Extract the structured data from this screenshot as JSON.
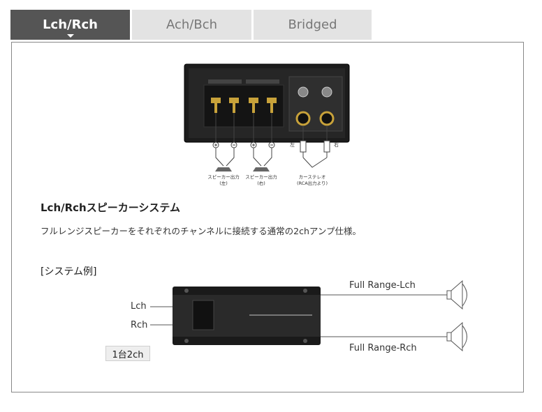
{
  "tabs": {
    "active": "Lch/Rch",
    "tab2": "Ach/Bch",
    "tab3": "Bridged"
  },
  "diagram": {
    "speaker_left": "スピーカー出力",
    "speaker_left_sub": "(左)",
    "speaker_right": "スピーカー出力",
    "speaker_right_sub": "(右)",
    "car_stereo": "カーステレオ",
    "car_stereo_sub": "(RCA出力より)",
    "left_mark": "左",
    "right_mark": "右"
  },
  "section": {
    "title": "Lch/Rchスピーカーシステム",
    "description": "フルレンジスピーカーをそれぞれのチャンネルに接続する通常の2chアンプ仕様。",
    "example_label": "[システム例]"
  },
  "system": {
    "input_l": "Lch",
    "input_r": "Rch",
    "output_top": "Full Range-Lch",
    "output_bottom": "Full Range-Rch",
    "config_badge": "1台2ch"
  },
  "colors": {
    "tab_active_bg": "#555555",
    "tab_inactive_bg": "#e3e3e3",
    "terminal_gold": "#c8a23a"
  }
}
